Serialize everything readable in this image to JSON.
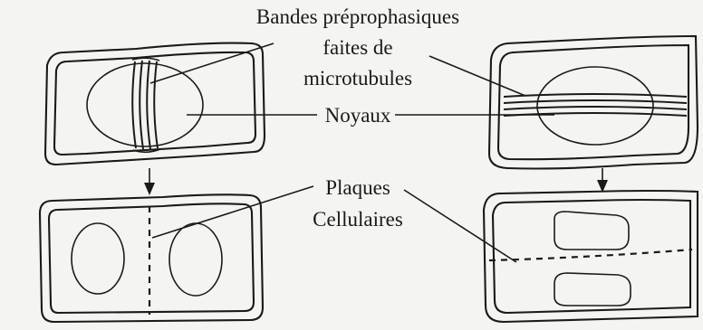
{
  "labels": {
    "bands": [
      "Bandes préprophasiques",
      "faites de",
      "microtubules"
    ],
    "nuclei": "Noyaux",
    "plates": [
      "Plaques",
      "Cellulaires"
    ]
  }
}
